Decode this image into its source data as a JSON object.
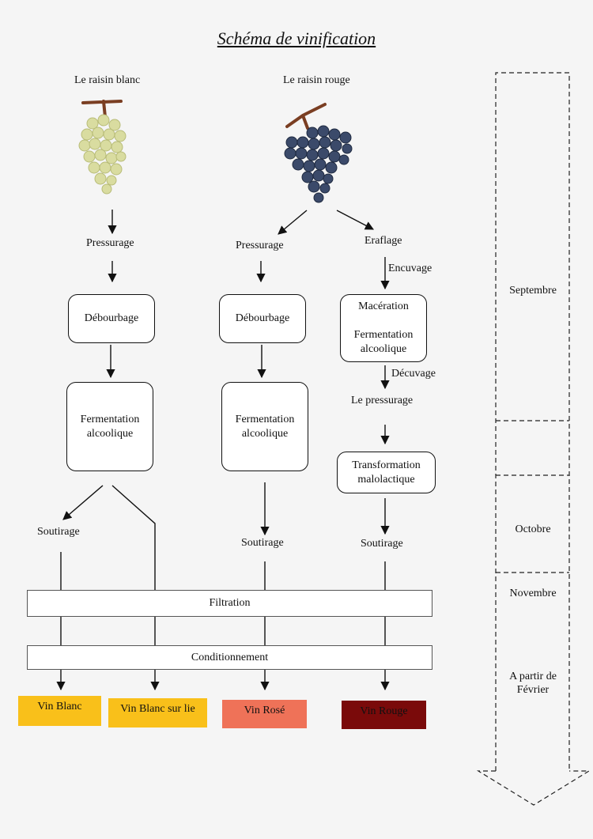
{
  "title": "Schéma de vinification",
  "grapes": {
    "white_label": "Le raisin blanc",
    "red_label": "Le raisin rouge"
  },
  "white_flow": {
    "pressurage": "Pressurage",
    "debourbage": "Débourbage",
    "fermentation": [
      "Fermentation",
      "alcoolique"
    ],
    "soutirage": "Soutirage"
  },
  "rose_flow": {
    "pressurage": "Pressurage",
    "debourbage": "Débourbage",
    "fermentation": [
      "Fermentation",
      "alcoolique"
    ],
    "soutirage": "Soutirage"
  },
  "red_flow": {
    "eraflage": "Eraflage",
    "encuvage": "Encuvage",
    "maceration": "Macération",
    "fermentation": [
      "Fermentation",
      "alcoolique"
    ],
    "decuvage": "Décuvage",
    "pressurage": "Le pressurage",
    "transformation": [
      "Transformation",
      "malolactique"
    ],
    "soutirage": "Soutirage"
  },
  "stages": {
    "filtration": "Filtration",
    "conditionnement": "Conditionnement"
  },
  "wines": [
    {
      "label": "Vin Blanc",
      "color": "#f9c01a"
    },
    {
      "label": "Vin Blanc sur lie",
      "color": "#f9c01a"
    },
    {
      "label": "Vin Rosé",
      "color": "#ef7258"
    },
    {
      "label": "Vin Rouge",
      "color": "#7a0a0a"
    }
  ],
  "timeline": {
    "months": [
      "Septembre",
      "Octobre",
      "Novembre",
      "A partir de Février"
    ]
  },
  "colors": {
    "white_grape": "#d9dca0",
    "red_grape": "#3b4a6a",
    "stem": "#7a3e22"
  }
}
